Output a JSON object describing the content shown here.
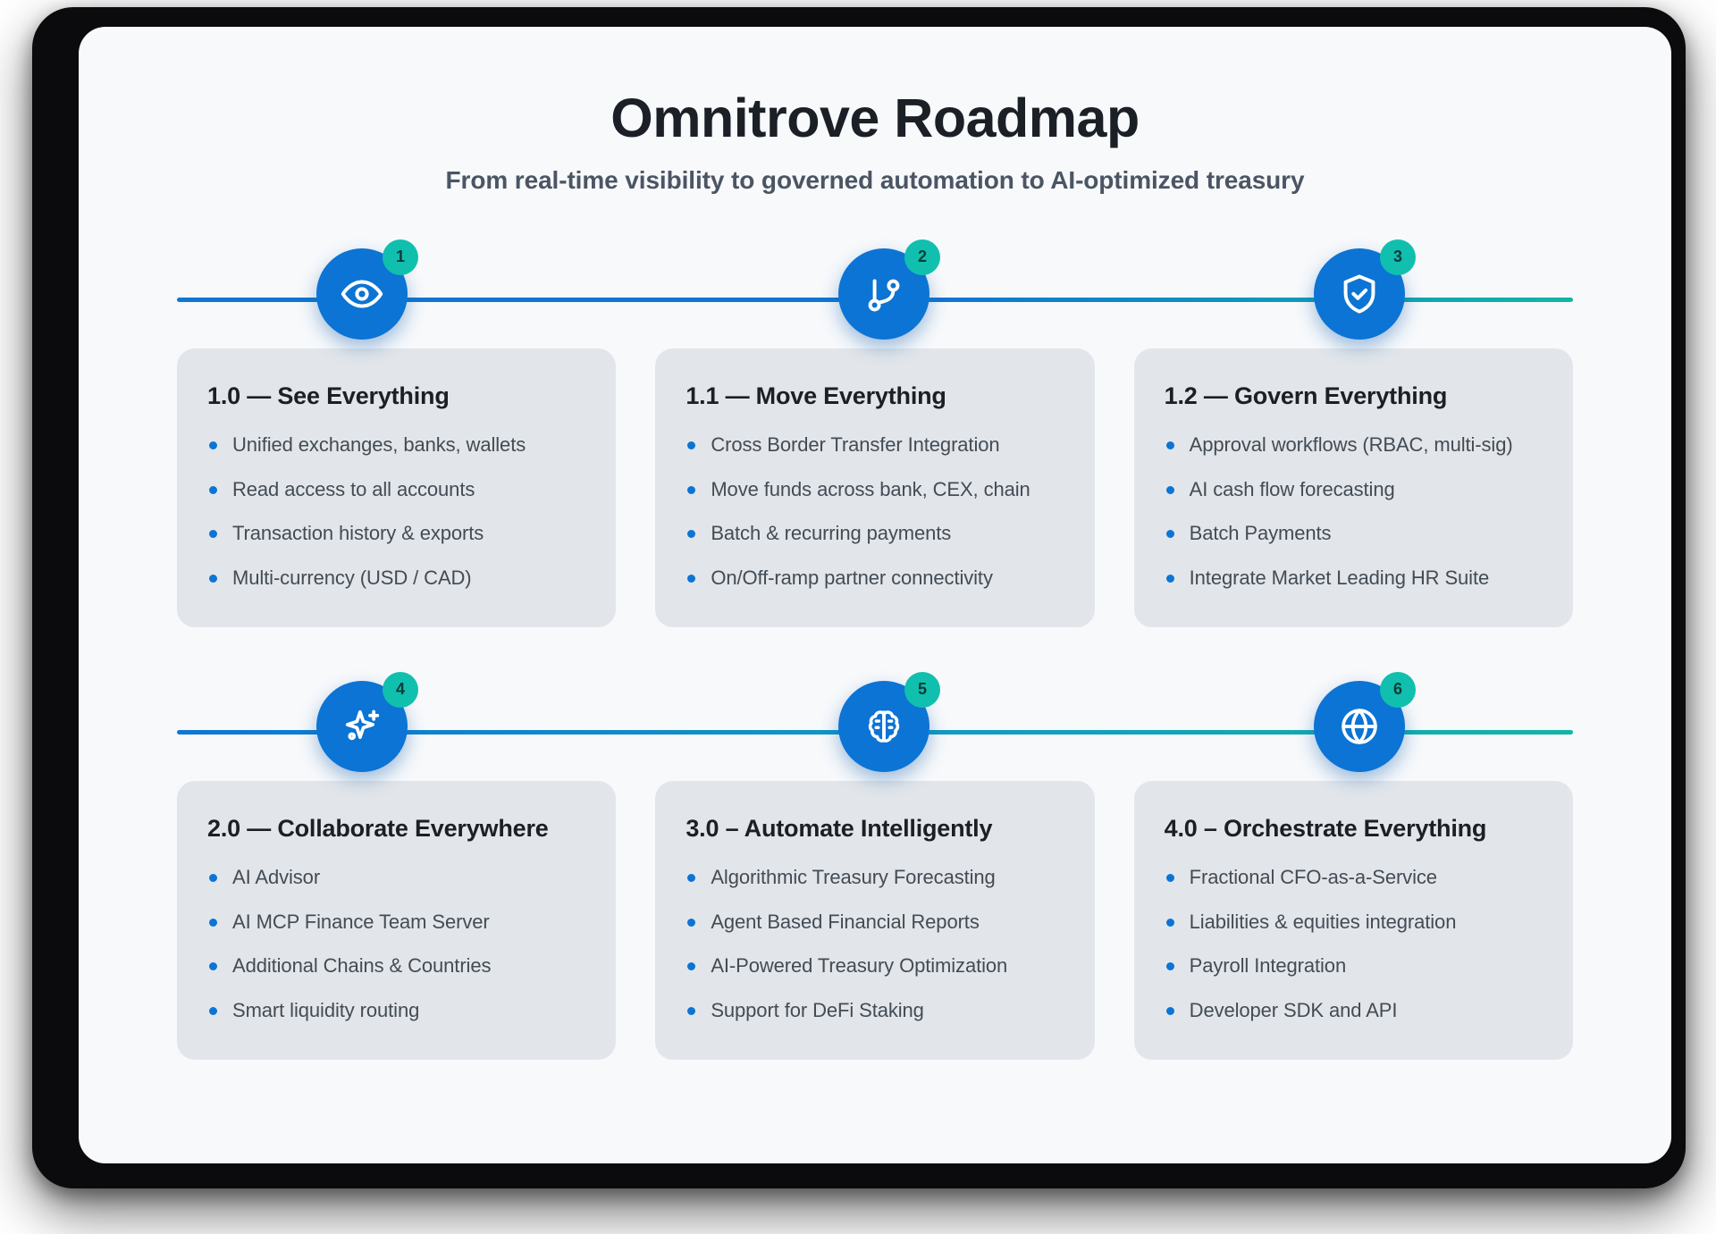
{
  "header": {
    "title": "Omnitrove Roadmap",
    "subtitle": "From real-time visibility to governed automation to AI-optimized treasury"
  },
  "colors": {
    "node_blue": "#0c74d4",
    "badge_teal": "#11bfae",
    "card_bg": "#e2e6ea",
    "screen_bg": "#f7f9fb",
    "bullet_blue": "#0c74d4",
    "title_ink": "#1b1f26",
    "body_ink": "#434b55"
  },
  "rows": [
    {
      "nodes": [
        {
          "badge": "1",
          "icon": "eye-icon"
        },
        {
          "badge": "2",
          "icon": "git-branch-icon"
        },
        {
          "badge": "3",
          "icon": "shield-check-icon"
        }
      ],
      "cards": [
        {
          "title": "1.0 — See Everything",
          "bullets": [
            "Unified exchanges, banks, wallets",
            "Read access to all accounts",
            "Transaction history & exports",
            "Multi-currency (USD / CAD)"
          ]
        },
        {
          "title": "1.1 — Move Everything",
          "bullets": [
            "Cross Border Transfer Integration",
            "Move funds across bank, CEX, chain",
            "Batch & recurring payments",
            "On/Off-ramp partner connectivity"
          ]
        },
        {
          "title": "1.2 — Govern Everything",
          "bullets": [
            "Approval workflows (RBAC, multi-sig)",
            "AI cash flow forecasting",
            "Batch Payments",
            "Integrate Market Leading HR Suite"
          ]
        }
      ]
    },
    {
      "nodes": [
        {
          "badge": "4",
          "icon": "sparkles-icon"
        },
        {
          "badge": "5",
          "icon": "brain-icon"
        },
        {
          "badge": "6",
          "icon": "globe-icon"
        }
      ],
      "cards": [
        {
          "title": "2.0 — Collaborate Everywhere",
          "bullets": [
            "AI Advisor",
            "AI MCP Finance Team Server",
            "Additional Chains & Countries",
            "Smart liquidity routing"
          ]
        },
        {
          "title": "3.0 – Automate Intelligently",
          "bullets": [
            "Algorithmic Treasury Forecasting",
            "Agent Based Financial Reports",
            "AI-Powered Treasury Optimization",
            "Support for DeFi Staking"
          ]
        },
        {
          "title": "4.0 – Orchestrate Everything",
          "bullets": [
            "Fractional CFO-as-a-Service",
            "Liabilities & equities integration",
            "Payroll Integration",
            "Developer SDK and API"
          ]
        }
      ]
    }
  ]
}
